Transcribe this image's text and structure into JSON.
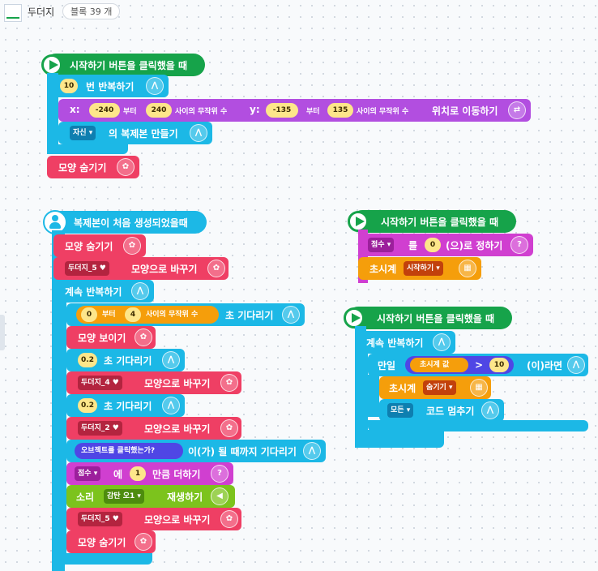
{
  "header": {
    "object_name": "두더지",
    "block_count": "블록 39 개"
  },
  "scripts": [
    {
      "hat": "시작하기 버튼을 클릭했을 때",
      "repeat_n": {
        "count": "10",
        "label": "번 반복하기"
      },
      "move": {
        "x": "x:",
        "x_from": "-240",
        "from": "부터",
        "x_to": "240",
        "rand": "사이의 무작위 수",
        "y": "y:",
        "y_from": "-135",
        "from2": "부터",
        "y_to": "135",
        "rand2": "사이의 무작위 수",
        "label": "위치로 이동하기"
      },
      "clone": {
        "target": "자신",
        "label": "의 복제본 만들기"
      },
      "hide": "모양 숨기기"
    },
    {
      "hat": "복제본이 처음 생성되었을때",
      "hide1": "모양 숨기기",
      "shape1": {
        "value": "두더지_5",
        "label": "모양으로 바꾸기"
      },
      "forever": "계속 반복하기",
      "wait_rand": {
        "from_val": "0",
        "from": "부터",
        "to_val": "4",
        "rand": "사이의 무작위 수",
        "label": "초 기다리기"
      },
      "show": "모양 보이기",
      "wait1": {
        "value": "0.2",
        "label": "초 기다리기"
      },
      "shape2": {
        "value": "두더지_4",
        "label": "모양으로 바꾸기"
      },
      "wait2": {
        "value": "0.2",
        "label": "초 기다리기"
      },
      "shape3": {
        "value": "두더지_2",
        "label": "모양으로 바꾸기"
      },
      "wait_until": {
        "cond": "오브젝트를 클릭했는가?",
        "label": "이(가) 될 때까지 기다리기"
      },
      "add_var": {
        "var": "점수",
        "to": "에",
        "value": "1",
        "label": "만큼 더하기"
      },
      "sound": {
        "label": "소리",
        "value": "감탄 오1",
        "play": "재생하기"
      },
      "shape4": {
        "value": "두더지_5",
        "label": "모양으로 바꾸기"
      },
      "hide2": "모양 숨기기"
    },
    {
      "hat": "시작하기 버튼을 클릭했을 때",
      "set_var": {
        "var": "점수",
        "to": "를",
        "value": "0",
        "label": "(으)로 정하기"
      },
      "timer": {
        "label": "초시계",
        "value": "시작하기"
      }
    },
    {
      "hat": "시작하기 버튼을 클릭했을 때",
      "forever": "계속 반복하기",
      "if": {
        "label": "만일",
        "timer_value": "초시계 값",
        "op": ">",
        "num": "10",
        "then": "(이)라면"
      },
      "timer": {
        "label": "초시계",
        "value": "숨기기"
      },
      "stop": {
        "value": "모든",
        "label": "코드 멈추기"
      }
    }
  ],
  "colors": {
    "start": "#16a34a",
    "flow": "#1cb8e6",
    "looks": "#ef3f64",
    "motion": "#b24ee0",
    "data": "#d03fd0",
    "calc": "#f59e0b",
    "sound": "#7cc31d",
    "judge": "#4f46e5",
    "clone_hat": "#1cb8e6"
  }
}
